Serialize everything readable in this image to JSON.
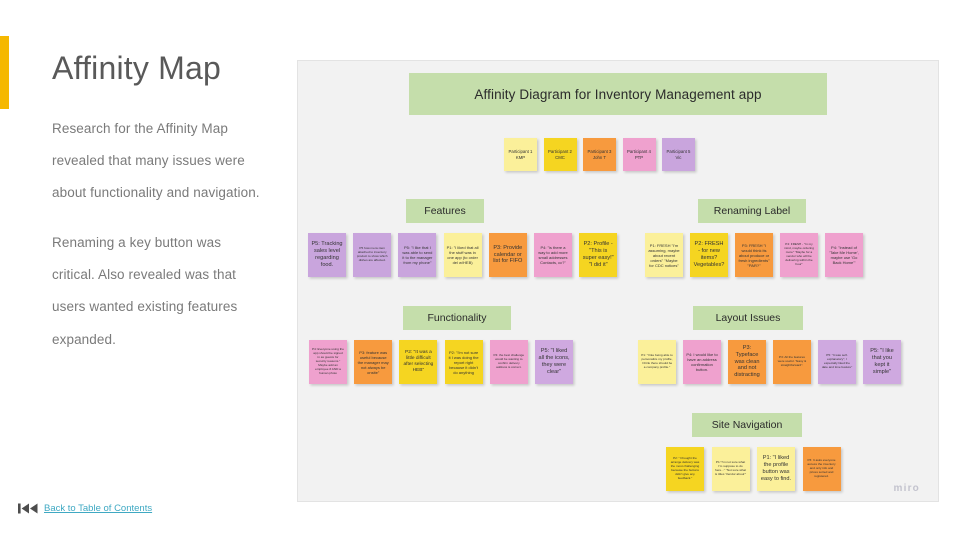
{
  "slide": {
    "title": "Affinity Map",
    "paragraphs": [
      "Research for the Affinity Map revealed that many issues were about functionality and navigation.",
      "Renaming a key button was critical. Also revealed was that users wanted existing features expanded."
    ],
    "footer_link": "Back to Table of Contents",
    "accent_color": "#F5B800",
    "link_color": "#3fa9c3"
  },
  "board": {
    "watermark": "miro",
    "banner": "Affinity Diagram for Inventory Management app",
    "banner_color": "#c5deab",
    "participants": [
      {
        "name": "Participant 1",
        "initials": "KMP",
        "color": "yellow"
      },
      {
        "name": "Participant 2",
        "initials": "CMC",
        "color": "gold"
      },
      {
        "name": "Participant 3",
        "initials": "John T",
        "color": "orange"
      },
      {
        "name": "Participant 4",
        "initials": "PTP",
        "color": "pink"
      },
      {
        "name": "Participant 5",
        "initials": "Vic",
        "color": "purple"
      }
    ],
    "categories": [
      {
        "label": "Features",
        "notes": [
          {
            "text": "P5: Tracking sales level regarding food.",
            "color": "purple",
            "size": "m"
          },
          {
            "text": "P5 how menu item attached to inventory product to show which dishes are affected.",
            "color": "purple",
            "size": "tiny"
          },
          {
            "text": "P5: \"I like that I was able to send it to the manager from my phone\"",
            "color": "purple",
            "size": "xs"
          },
          {
            "text": "P1: \"I liked that all the stuff was in one app (to order del w/HEB)",
            "color": "yellow",
            "size": "xs"
          },
          {
            "text": "P3: Provide calendar or list for FIFO",
            "color": "orange",
            "size": "m"
          },
          {
            "text": "P4: \"is there a way to add more small addresses Contacts, cc?\"",
            "color": "pink",
            "size": "xs"
          },
          {
            "text": "P2: Profile - \"This is super easy!\" \"I did it\"",
            "color": "gold",
            "size": "m"
          }
        ]
      },
      {
        "label": "Renaming Label",
        "notes": [
          {
            "text": "P1: FRESH \"I'm assuming, maybe about recent orders\" \"Maybe for CDC notices\"",
            "color": "yellow",
            "size": "xs"
          },
          {
            "text": "P2: FRESH - for new items? Vegetables?",
            "color": "gold",
            "size": "m"
          },
          {
            "text": "P3: FRESH \"I would think its about produce or fresh ingredients\" \"PAR?\"",
            "color": "orange",
            "size": "xs"
          },
          {
            "text": "P4: FRESH - \"In my mind, maybe ordering more\" \"Maybe for a vendor who will be delivering within the hour\"",
            "color": "pink",
            "size": "tiny"
          },
          {
            "text": "P4: \"instead of 'Take Me Home', maybe use 'Go Back Home'\"",
            "color": "pink",
            "size": "xs"
          }
        ]
      },
      {
        "label": "Functionality",
        "notes": [
          {
            "text": "P4: Everyone using the app should be signed in as guests for security reasons.\" Maybe add an employee # AND a human photo",
            "color": "pink",
            "size": "tiny"
          },
          {
            "text": "P3: feature was useful because the manager may not always be onsite\"",
            "color": "orange",
            "size": "xs"
          },
          {
            "text": "P2: \"It was a little difficult after selecting HEB\"",
            "color": "gold",
            "size": "s"
          },
          {
            "text": "P2: \"I'm not sure it I was doing the report right because it didn't do anything",
            "color": "gold",
            "size": "xs"
          },
          {
            "text": "P4: the best challenge would be wanting to confirm delivery address is correct.",
            "color": "pink",
            "size": "tiny"
          },
          {
            "text": "P5: \"I liked all the icons, they were clear\"",
            "color": "lpurple",
            "size": "m"
          }
        ]
      },
      {
        "label": "Layout Issues",
        "notes": [
          {
            "text": "P1: \"I like being able to personalize my profile, I think there should be a company profile.\"",
            "color": "yellow",
            "size": "tiny"
          },
          {
            "text": "P4: I would like to have an address confirmation button.",
            "color": "pink",
            "size": "xs"
          },
          {
            "text": "P3: Typeface was clean and not distracting",
            "color": "orange",
            "size": "m"
          },
          {
            "text": "P3: All the features were useful. \"Easy & straightforward\".",
            "color": "orange",
            "size": "tiny"
          },
          {
            "text": "P5: \"It was self-explanatory\"; I especially liked the date and time feature\"",
            "color": "lpurple",
            "size": "tiny"
          },
          {
            "text": "P5: \"I like that you kept it simple\"",
            "color": "lpurple",
            "size": "m"
          }
        ]
      },
      {
        "label": "Site Navigation",
        "notes": [
          {
            "text": "P2: \"I thought the arrange delivery was the most challenging because the buttons didn't give any feedback.\"",
            "color": "gold",
            "size": "tiny"
          },
          {
            "text": "P1:\"I'm not sure what I'm suppose to do here...\" \"Not sure what is titles 'Vendor about'\"",
            "color": "yellow",
            "size": "tiny"
          },
          {
            "text": "P1: \"I liked the profile button was easy to find.",
            "color": "yellow",
            "size": "m"
          },
          {
            "text": "P3: It asks everyone access the inventory and only info and prices sorted and registered.",
            "color": "orange",
            "size": "tiny"
          }
        ]
      }
    ]
  }
}
